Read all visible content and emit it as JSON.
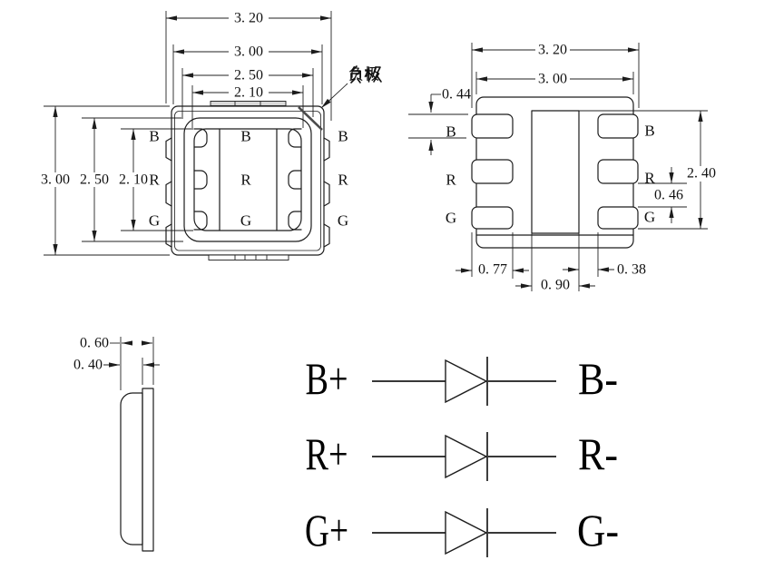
{
  "front_view": {
    "dims_top": [
      "3. 20",
      "3. 00",
      "2. 50",
      "2. 10"
    ],
    "dims_left": [
      "3. 00",
      "2. 50",
      "2. 10"
    ],
    "pins_left": [
      "B",
      "R",
      "G"
    ],
    "pins_center": [
      "B",
      "R",
      "G"
    ],
    "pins_right": [
      "B",
      "R",
      "G"
    ],
    "cathode_label": "负极"
  },
  "bottom_view": {
    "dim_width_outer": "3. 20",
    "dim_width_body": "3. 00",
    "dim_pad_height": "0. 44",
    "dim_slug_height": "2. 40",
    "dim_pad_gap": "0. 46",
    "dim_pad_width": "0. 77",
    "dim_slug_width": "0. 90",
    "dim_pad_clearance": "0. 38",
    "pins_left": [
      "B",
      "R",
      "G"
    ],
    "pins_right": [
      "B",
      "R",
      "G"
    ]
  },
  "side_view": {
    "dim_total_thickness": "0. 60",
    "dim_body_thickness": "0. 40"
  },
  "circuit": {
    "diodes": [
      {
        "anode": "B+",
        "cathode": "B-"
      },
      {
        "anode": "R+",
        "cathode": "R-"
      },
      {
        "anode": "G+",
        "cathode": "G-"
      }
    ]
  },
  "colors": {
    "line": "#1c1c1c",
    "cathode_mark": "#4a4a4a",
    "strip_fill": "#d9d9d9",
    "background": "#ffffff"
  }
}
